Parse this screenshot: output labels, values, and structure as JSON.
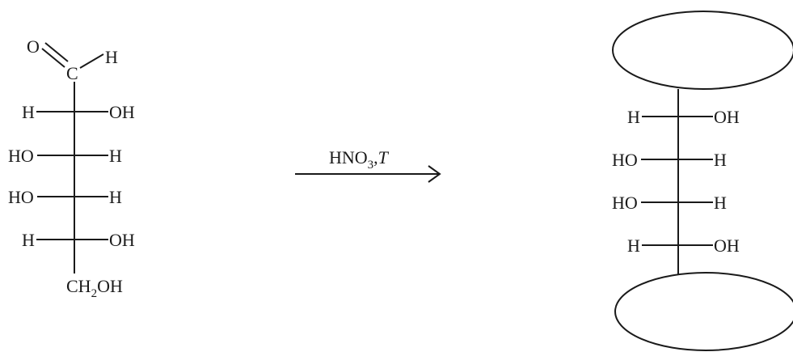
{
  "reactant": {
    "aldehyde": {
      "o": "O",
      "c": "C",
      "h": "H"
    },
    "rows": [
      {
        "left": "H",
        "right": "OH"
      },
      {
        "left": "HO",
        "right": "H"
      },
      {
        "left": "HO",
        "right": "H"
      },
      {
        "left": "H",
        "right": "OH"
      }
    ],
    "bottom": {
      "ch": "CH",
      "sub": "2",
      "oh": "OH"
    }
  },
  "reagent": {
    "hno": "HNO",
    "sub": "3",
    "sep": ",",
    "temp": "T"
  },
  "product": {
    "rows": [
      {
        "left": "H",
        "right": "OH"
      },
      {
        "left": "HO",
        "right": "H"
      },
      {
        "left": "HO",
        "right": "H"
      },
      {
        "left": "H",
        "right": "OH"
      }
    ]
  }
}
